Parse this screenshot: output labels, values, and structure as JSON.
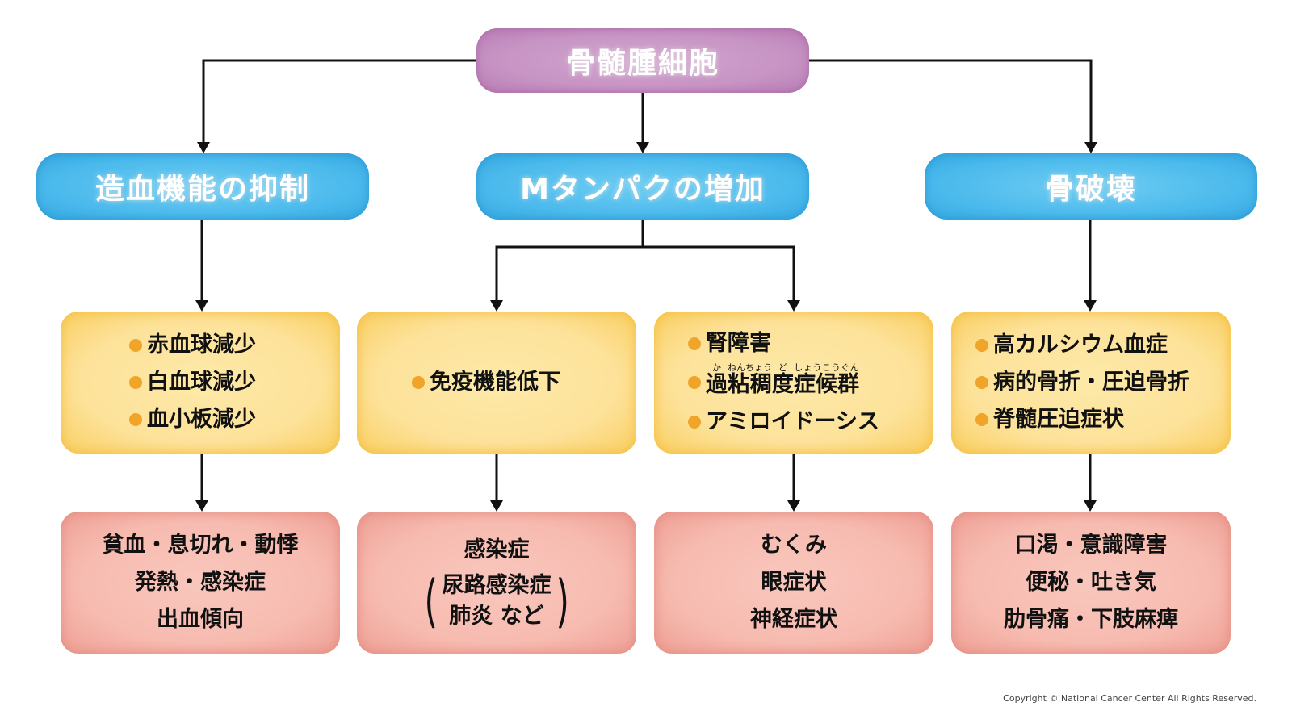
{
  "root": {
    "label": "骨髄腫細胞"
  },
  "categories": [
    {
      "label": "造血機能の抑制"
    },
    {
      "label": "Mタンパクの増加"
    },
    {
      "label": "骨破壊"
    }
  ],
  "effects": [
    {
      "items": [
        "赤血球減少",
        "白血球減少",
        "血小板減少"
      ]
    },
    {
      "items": [
        "免疫機能低下"
      ]
    },
    {
      "items": [
        "腎障害",
        "過粘稠度症候群",
        "アミロイドーシス"
      ],
      "ruby": {
        "base": [
          "過",
          "粘稠",
          "度",
          "症候群"
        ],
        "reading": [
          "か",
          "ねんちょう",
          "ど",
          "しょうこうぐん"
        ]
      }
    },
    {
      "items": [
        "高カルシウム血症",
        "病的骨折・圧迫骨折",
        "脊髄圧迫症状"
      ]
    }
  ],
  "symptoms": [
    {
      "lines": [
        "貧血・息切れ・動悸",
        "発熱・感染症",
        "出血傾向"
      ]
    },
    {
      "lines": [
        "感染症"
      ],
      "paren_lines": [
        "尿路感染症",
        "肺炎 など"
      ],
      "paren_open": "(",
      "paren_close": ")"
    },
    {
      "lines": [
        "むくみ",
        "眼症状",
        "神経症状"
      ]
    },
    {
      "lines": [
        "口渇・意識障害",
        "便秘・吐き気",
        "肋骨痛・下肢麻痺"
      ]
    }
  ],
  "colors": {
    "root": "#c794c4",
    "category": "#4ab9ec",
    "effect": "#fde29a",
    "symptom": "#f7bbb0",
    "bullet": "#f0a42a"
  },
  "footer": {
    "copyright": "Copyright © National Cancer Center All Rights Reserved."
  }
}
